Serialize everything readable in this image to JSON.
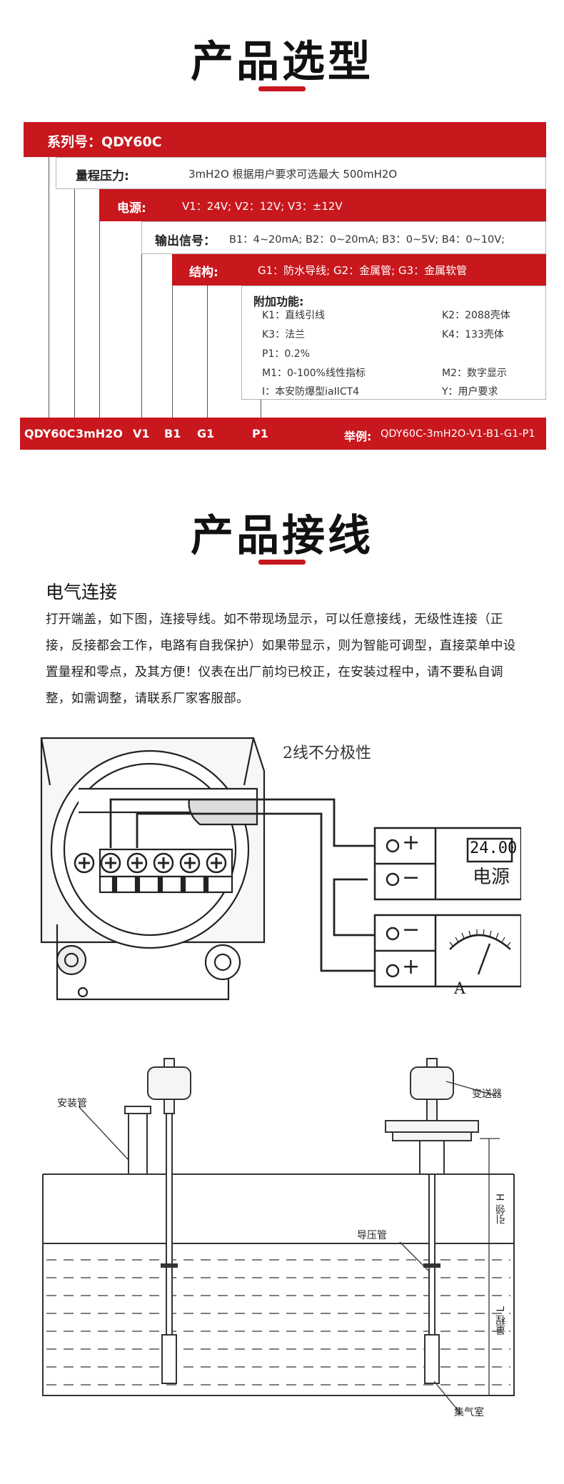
{
  "selection": {
    "title": "产品选型",
    "series": "系列号：QDY60C",
    "range_label": "量程压力:",
    "range_text": "3mH2O  根据用户要求可选最大 500mH2O",
    "power_label": "电源:",
    "power_text": "V1：24V;   V2：12V;   V3：±12V",
    "output_label": "输出信号：",
    "output_text": "B1：4~20mA;   B2：0~20mA;   B3：0~5V;   B4：0~10V;",
    "structure_label": "结构:",
    "structure_text": "G1：防水导线;   G2：金属管;   G3：金属软管",
    "functions_label": "附加功能:",
    "functions": [
      "K1：直线引线",
      "K2：2088壳体",
      "K3：法兰",
      "K4：133壳体",
      "P1：0.2%",
      "M1：0-100%线性指标",
      "M2：数字显示",
      "I：本安防爆型iaIICT4",
      "Y：用户要求"
    ],
    "codes": [
      "QDY60C",
      "3mH2O",
      "V1",
      "B1",
      "G1",
      "P1"
    ],
    "example_label": "举例:",
    "example_text": "QDY60C-3mH2O-V1-B1-G1-P1"
  },
  "wiring": {
    "title": "产品接线",
    "subtitle": "电气连接",
    "paragraph": "打开端盖，如下图，连接导线。如不带现场显示，可以任意接线，无级性连接（正接，反接都会工作，电路有自我保护）如果带显示，则为智能可调型，直接菜单中设置量程和零点，及其方便！仪表在出厂前均已校正，在安装过程中，请不要私自调整，如需调整，请联系厂家客服部。",
    "diagram_note": "2线不分极性",
    "display_value": "24.00",
    "power_source": "电源",
    "plus": "+",
    "minus": "−",
    "ammeter": "A"
  },
  "install": {
    "install_pipe": "安装管",
    "transmitter": "变送器",
    "pressure_pipe": "导压管",
    "lead_h": "引领 H",
    "range_l": "量程 L",
    "collector": "集气室"
  },
  "colors": {
    "accent": "#c8171d"
  }
}
